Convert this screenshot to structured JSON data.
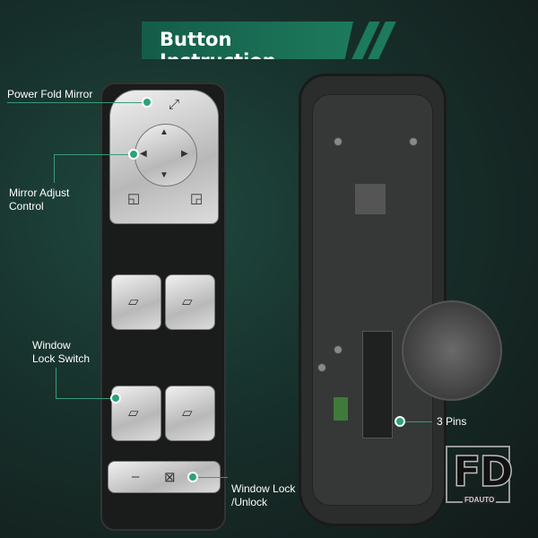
{
  "title": "Button Instruction",
  "labels": {
    "power_fold_mirror": "Power Fold Mirror",
    "mirror_adjust_1": "Mirror Adjust",
    "mirror_adjust_2": "Control",
    "window_lock_switch_1": "Window",
    "window_lock_switch_2": "Lock Switch",
    "window_lock_unlock_1": "Window Lock",
    "window_lock_unlock_2": "/Unlock",
    "three_pins": "3 Pins"
  },
  "logo": {
    "mark": "FD",
    "text": "FDAUTO"
  },
  "colors": {
    "accent": "#1d7a5c",
    "background": "#17302b"
  }
}
